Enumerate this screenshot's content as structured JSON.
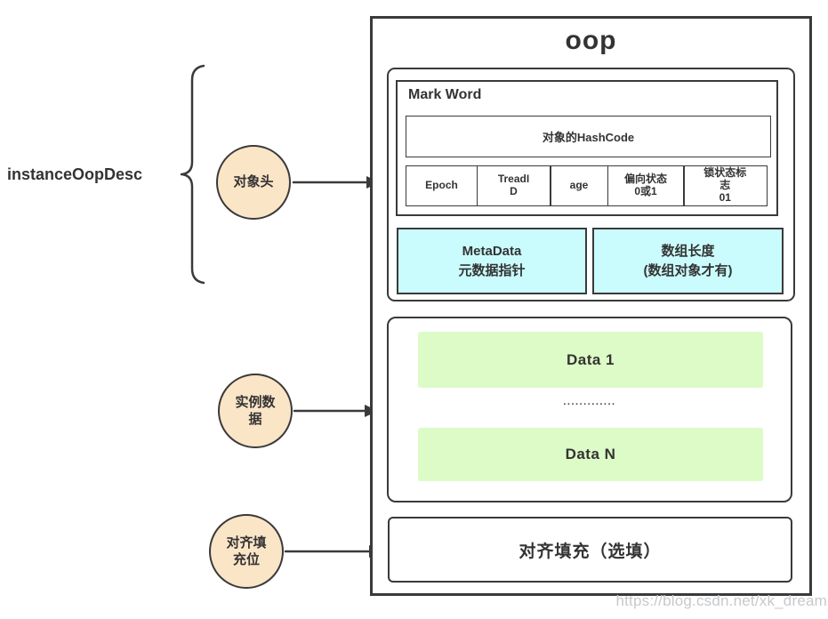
{
  "diagram": {
    "left_label": "instanceOopDesc",
    "nodes": {
      "object_header": "对象头",
      "instance_data": "实例数\n据",
      "padding": "对齐填\n充位"
    },
    "oop": {
      "title": "oop",
      "mark_word": {
        "label": "Mark Word",
        "hashcode": "对象的HashCode",
        "cells": [
          "Epoch",
          "TreadI\nD",
          "age",
          "偏向状态\n0或1",
          "锁状态标\n志\n01"
        ]
      },
      "meta_row": {
        "metadata": "MetaData\n元数据指针",
        "array_length": "数组长度\n(数组对象才有)"
      },
      "instance_section": {
        "data_1": "Data 1",
        "dots": ".............",
        "data_n": "Data N"
      },
      "align_section": "对齐填充（选填）"
    },
    "watermark": "https://blog.csdn.net/xk_dream"
  },
  "colors": {
    "ink": "#3a3a3a",
    "cyan": "#cafcfd",
    "green": "#ddfbc7",
    "peach": "#fbe5c7",
    "wm": "#c6c9cc"
  }
}
